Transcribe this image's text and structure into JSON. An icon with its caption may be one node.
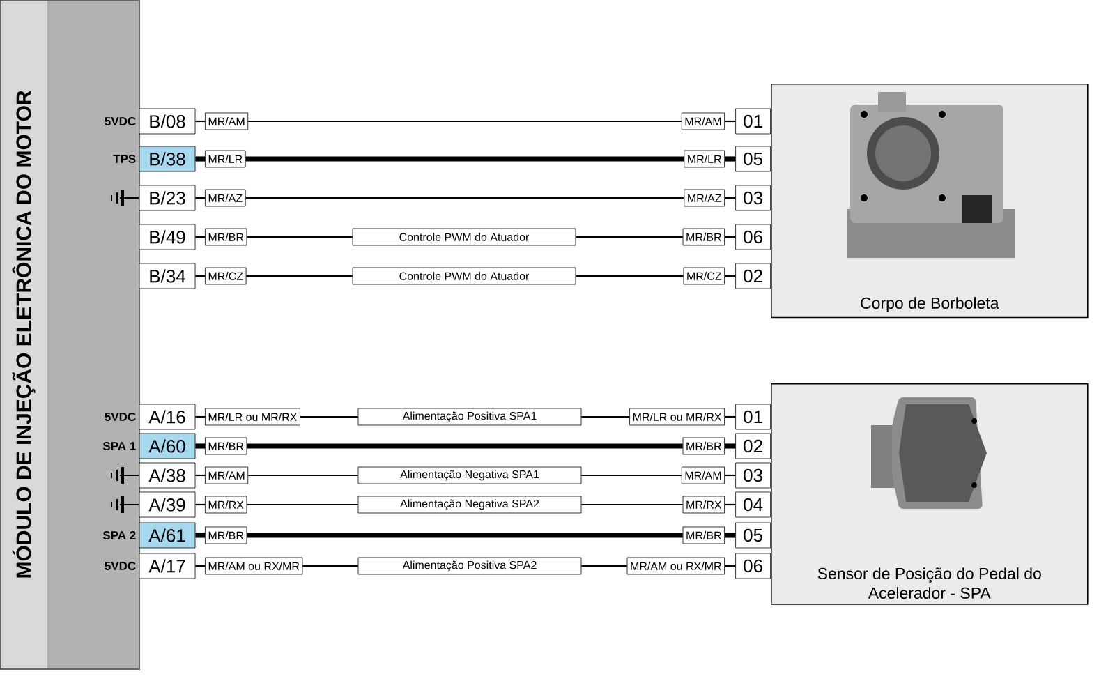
{
  "diagram": {
    "nodes": [
      {
        "text": [
          "MÓDULO DE INJEÇÃO ELETRÔNICA DO MOTOR"
        ]
      },
      {
        "text": [
          "B/08"
        ],
        "beside": [
          "5VDC"
        ]
      },
      {
        "text": [
          "MR/AM"
        ]
      },
      {
        "text": [
          "MR/AM"
        ]
      },
      {
        "text": [
          "01"
        ]
      },
      {
        "text": [
          "B/38"
        ],
        "beside": [
          "TPS"
        ]
      },
      {
        "text": [
          "MR/LR"
        ]
      },
      {
        "text": [
          "MR/LR"
        ]
      },
      {
        "text": [
          "05"
        ]
      },
      {
        "text": [
          "B/23"
        ]
      },
      {
        "text": [
          "MR/AZ"
        ]
      },
      {
        "text": [
          "MR/AZ"
        ]
      },
      {
        "text": [
          "03"
        ]
      },
      {
        "text": [
          "B/49"
        ]
      },
      {
        "text": [
          "MR/BR"
        ]
      },
      {
        "text": [
          "Controle PWM do Atuador"
        ]
      },
      {
        "text": [
          "MR/BR"
        ]
      },
      {
        "text": [
          "06"
        ]
      },
      {
        "text": [
          "B/34"
        ]
      },
      {
        "text": [
          "MR/CZ"
        ]
      },
      {
        "text": [
          "Controle PWM do Atuador"
        ]
      },
      {
        "text": [
          "MR/CZ"
        ]
      },
      {
        "text": [
          "02"
        ]
      },
      {
        "text": [
          "Corpo de Borboleta"
        ]
      },
      {
        "text": [
          "A/16"
        ],
        "beside": [
          "5VDC"
        ]
      },
      {
        "text": [
          "MR/LR ou MR/RX"
        ]
      },
      {
        "text": [
          "Alimentação Positiva SPA1"
        ]
      },
      {
        "text": [
          "MR/LR ou MR/RX"
        ]
      },
      {
        "text": [
          "01"
        ]
      },
      {
        "text": [
          "A/60"
        ],
        "beside": [
          "SPA 1"
        ]
      },
      {
        "text": [
          "MR/BR"
        ]
      },
      {
        "text": [
          "MR/BR"
        ]
      },
      {
        "text": [
          "02"
        ]
      },
      {
        "text": [
          "A/38"
        ]
      },
      {
        "text": [
          "MR/AM"
        ]
      },
      {
        "text": [
          "Alimentação Negativa SPA1"
        ]
      },
      {
        "text": [
          "MR/AM"
        ]
      },
      {
        "text": [
          "03"
        ]
      },
      {
        "text": [
          "A/39"
        ]
      },
      {
        "text": [
          "MR/RX"
        ]
      },
      {
        "text": [
          "Alimentação Negativa SPA2"
        ]
      },
      {
        "text": [
          "MR/RX"
        ]
      },
      {
        "text": [
          "04"
        ]
      },
      {
        "text": [
          "A/61"
        ],
        "beside": [
          "SPA 2"
        ]
      },
      {
        "text": [
          "MR/BR"
        ]
      },
      {
        "text": [
          "MR/BR"
        ]
      },
      {
        "text": [
          "05"
        ]
      },
      {
        "text": [
          "A/17"
        ],
        "beside": [
          "5VDC"
        ]
      },
      {
        "text": [
          "MR/AM ou RX/MR"
        ]
      },
      {
        "text": [
          "Alimentação Positiva SPA2"
        ]
      },
      {
        "text": [
          "MR/AM ou RX/MR"
        ]
      },
      {
        "text": [
          "06"
        ]
      },
      {
        "text": [
          "Sensor de Posição do Pedal do Acelerador - SPA"
        ]
      }
    ],
    "edges": [
      {
        "from": 1,
        "to": 2,
        "arrow": "none"
      },
      {
        "from": 2,
        "to": 3,
        "arrow": "none"
      },
      {
        "from": 3,
        "to": 4,
        "arrow": "none"
      },
      {
        "from": 5,
        "to": 6,
        "arrow": "none",
        "style": "thick"
      },
      {
        "from": 6,
        "to": 7,
        "arrow": "none",
        "style": "thick"
      },
      {
        "from": 7,
        "to": 8,
        "arrow": "none",
        "style": "thick"
      },
      {
        "from": 9,
        "to": 10,
        "arrow": "none"
      },
      {
        "from": 10,
        "to": 11,
        "arrow": "none"
      },
      {
        "from": 11,
        "to": 12,
        "arrow": "none"
      },
      {
        "from": 13,
        "to": 14,
        "arrow": "none"
      },
      {
        "from": 14,
        "to": 15,
        "arrow": "none"
      },
      {
        "from": 15,
        "to": 16,
        "arrow": "none"
      },
      {
        "from": 16,
        "to": 17,
        "arrow": "none"
      },
      {
        "from": 18,
        "to": 19,
        "arrow": "none"
      },
      {
        "from": 19,
        "to": 20,
        "arrow": "none"
      },
      {
        "from": 20,
        "to": 21,
        "arrow": "none"
      },
      {
        "from": 21,
        "to": 22,
        "arrow": "none"
      },
      {
        "from": 24,
        "to": 25,
        "arrow": "none"
      },
      {
        "from": 25,
        "to": 26,
        "arrow": "none"
      },
      {
        "from": 26,
        "to": 27,
        "arrow": "none"
      },
      {
        "from": 27,
        "to": 28,
        "arrow": "none"
      },
      {
        "from": 29,
        "to": 30,
        "arrow": "none",
        "style": "thick"
      },
      {
        "from": 30,
        "to": 31,
        "arrow": "none",
        "style": "thick"
      },
      {
        "from": 31,
        "to": 32,
        "arrow": "none",
        "style": "thick"
      },
      {
        "from": 33,
        "to": 34,
        "arrow": "none"
      },
      {
        "from": 34,
        "to": 35,
        "arrow": "none"
      },
      {
        "from": 35,
        "to": 36,
        "arrow": "none"
      },
      {
        "from": 36,
        "to": 37,
        "arrow": "none"
      },
      {
        "from": 38,
        "to": 39,
        "arrow": "none"
      },
      {
        "from": 39,
        "to": 40,
        "arrow": "none"
      },
      {
        "from": 40,
        "to": 41,
        "arrow": "none"
      },
      {
        "from": 41,
        "to": 42,
        "arrow": "none"
      },
      {
        "from": 43,
        "to": 44,
        "arrow": "none",
        "style": "thick"
      },
      {
        "from": 44,
        "to": 45,
        "arrow": "none",
        "style": "thick"
      },
      {
        "from": 45,
        "to": 46,
        "arrow": "none",
        "style": "thick"
      },
      {
        "from": 47,
        "to": 48,
        "arrow": "none"
      },
      {
        "from": 48,
        "to": 49,
        "arrow": "none"
      },
      {
        "from": 49,
        "to": 50,
        "arrow": "none"
      },
      {
        "from": 50,
        "to": 51,
        "arrow": "none"
      }
    ]
  }
}
